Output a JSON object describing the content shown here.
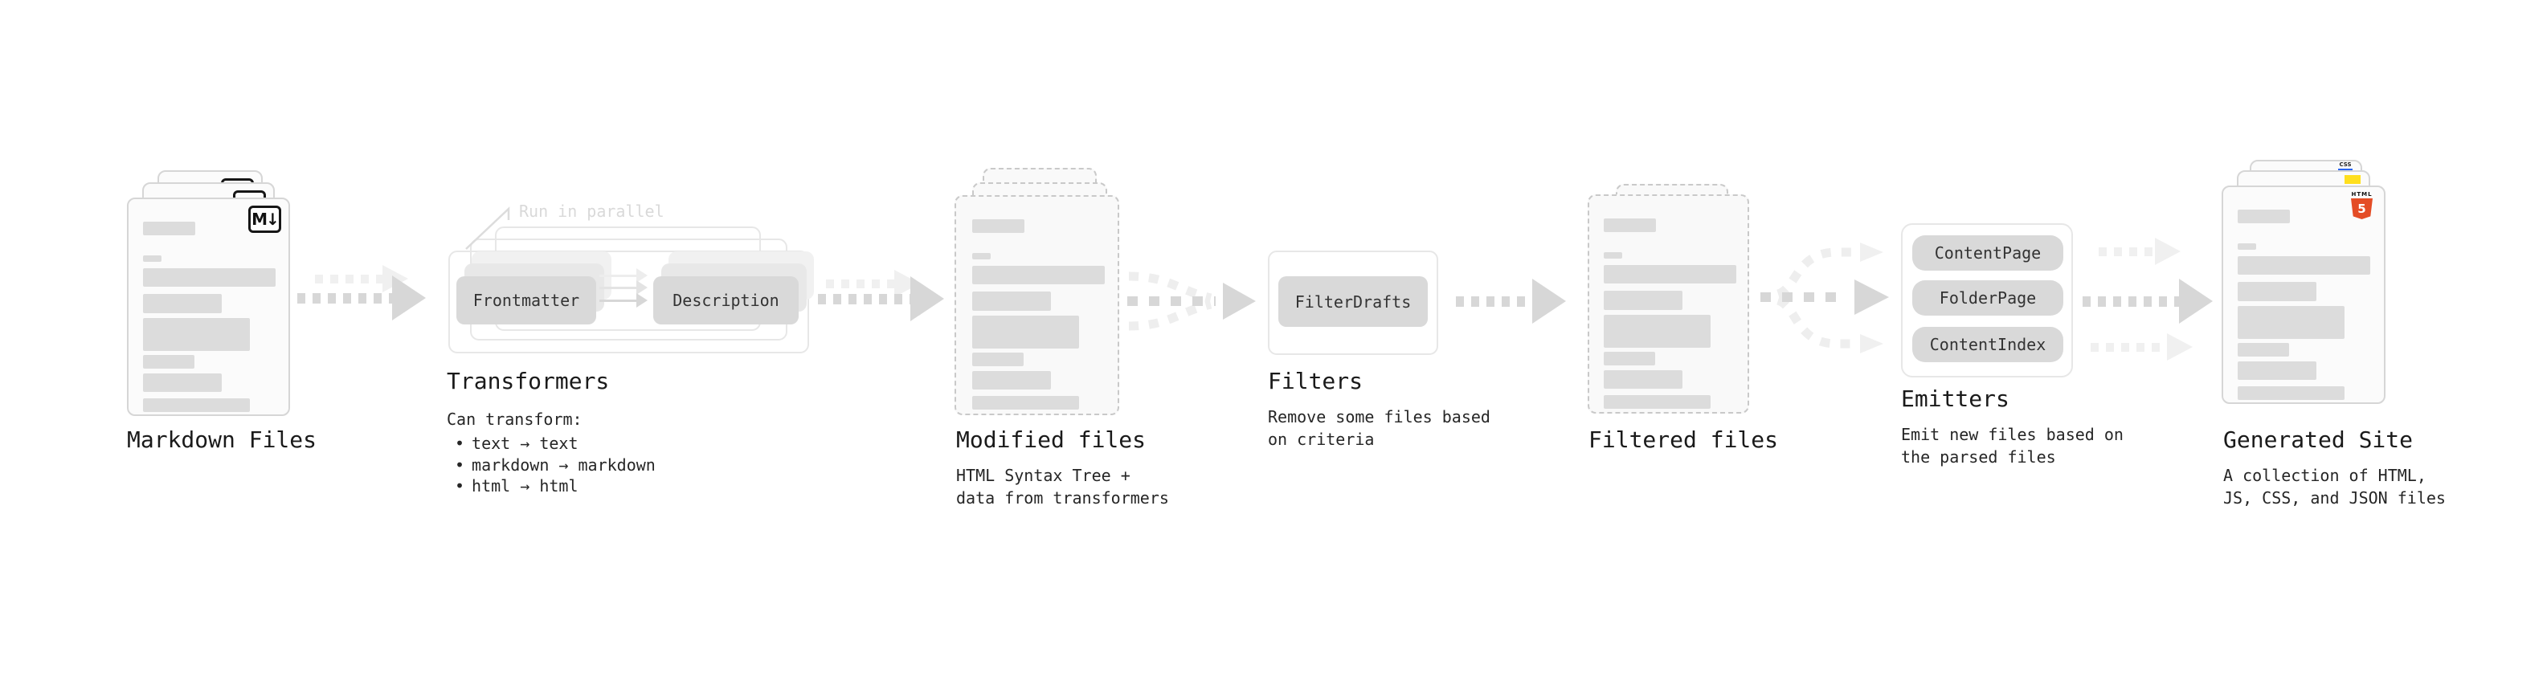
{
  "diagram": {
    "markdown_files": {
      "title": "Markdown Files"
    },
    "transformers": {
      "title": "Transformers",
      "parallel_note": "Run in parallel",
      "step_from": "Frontmatter",
      "step_to": "Description",
      "desc_heading": "Can transform:",
      "bullet": "•",
      "items": [
        "text → text",
        "markdown → markdown",
        "html → html"
      ]
    },
    "modified_files": {
      "title": "Modified files",
      "description": "HTML Syntax Tree +\ndata from transformers"
    },
    "filters": {
      "title": "Filters",
      "step": "FilterDrafts",
      "description": "Remove some files based\non criteria"
    },
    "filtered_files": {
      "title": "Filtered files"
    },
    "emitters": {
      "title": "Emitters",
      "steps": [
        "ContentPage",
        "FolderPage",
        "ContentIndex"
      ],
      "description": "Emit new files based on\nthe parsed files"
    },
    "generated_site": {
      "title": "Generated Site",
      "description": "A collection of HTML,\nJS, CSS, and JSON files"
    }
  },
  "icons": {
    "markdown": "M↓",
    "html5_label": "HTML",
    "html5_number": "5",
    "css_label": "CSS"
  },
  "colors": {
    "html5_orange": "#e44d26",
    "js_yellow": "#ffdf1e",
    "css_blue": "#2965f1",
    "arrow_dark": "#d7d7d7",
    "arrow_light": "#f0f0f0",
    "skeleton_gray": "#dcdcdc"
  }
}
